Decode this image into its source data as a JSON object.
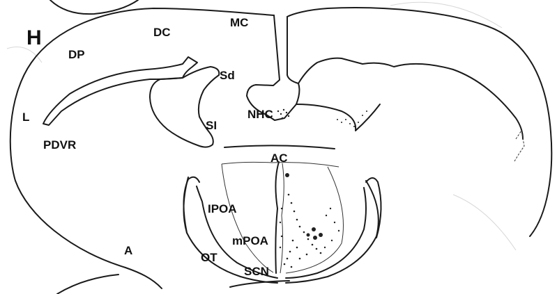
{
  "figure": {
    "heading": "H",
    "labels": {
      "dc": "DC",
      "mc": "MC",
      "dp": "DP",
      "sd": "Sd",
      "l": "L",
      "nhc": "NHC",
      "si": "SI",
      "pdvr": "PDVR",
      "ac": "AC",
      "ipoa": "IPOA",
      "mpoa": "mPOA",
      "a": "A",
      "ot": "OT",
      "scn": "SCN"
    }
  }
}
